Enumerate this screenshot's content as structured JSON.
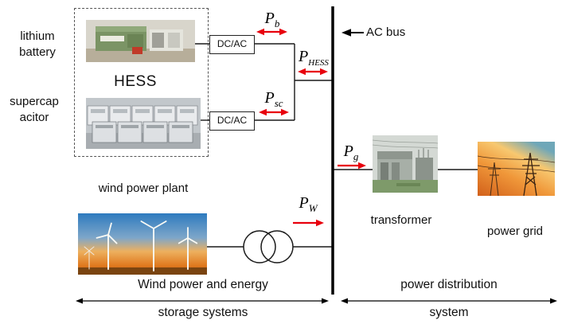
{
  "labels": {
    "lithium_1": "lithium",
    "lithium_2": "battery",
    "hess": "HESS",
    "supercap_1": "supercap",
    "supercap_2": "acitor",
    "dcac_top": "DC/AC",
    "dcac_bottom": "DC/AC",
    "ac_bus": "AC bus",
    "wind_plant": "wind power plant",
    "transformer": "transformer",
    "power_grid": "power grid"
  },
  "power_flows": {
    "pb": {
      "symbol": "P",
      "subscript": "b"
    },
    "phess": {
      "symbol": "P",
      "subscript": "HESS"
    },
    "psc": {
      "symbol": "P",
      "subscript": "sc"
    },
    "pw": {
      "symbol": "P",
      "subscript": "W"
    },
    "pg": {
      "symbol": "P",
      "subscript": "g"
    }
  },
  "captions": {
    "left_line1": "Wind power and energy",
    "left_line2": "storage systems",
    "right_line1": "power distribution",
    "right_line2": "system"
  },
  "colors": {
    "arrow_red": "#e8000d",
    "line_black": "#111111",
    "bus_black": "#000000"
  }
}
